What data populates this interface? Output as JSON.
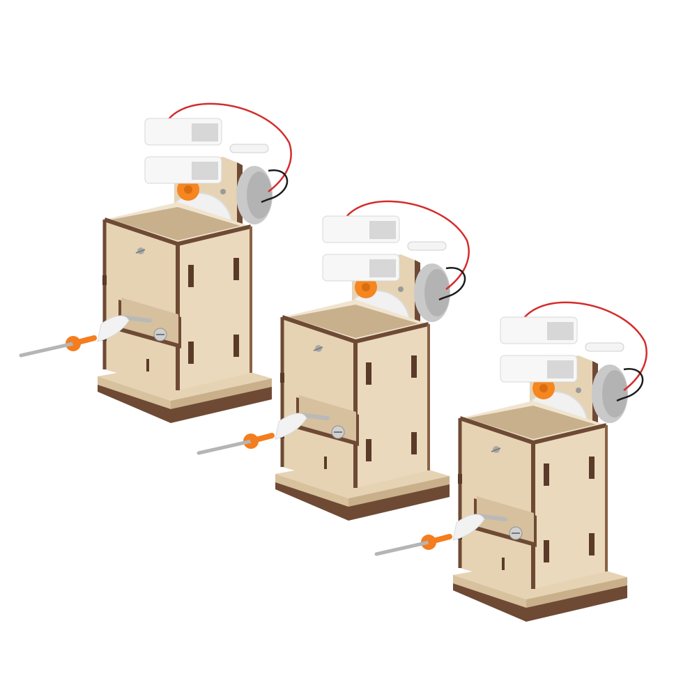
{
  "scene": {
    "description_free": true,
    "units": [
      {
        "id": "unit-1"
      },
      {
        "id": "unit-2"
      },
      {
        "id": "unit-3"
      }
    ]
  },
  "palette": {
    "background": "#ffffff",
    "plywood_face": "#e6d3b4",
    "plywood_side": "#d8c19d",
    "plywood_edge": "#6e4a34",
    "slot_dark": "#5a3a28",
    "gear_white": "#f1f1f1",
    "pinion_orange": "#f6861f",
    "terminal_white": "#f7f7f7",
    "terminal_shadow": "#d7d7d7",
    "wire_red": "#d32c2c",
    "wire_black": "#1c1c1c",
    "motor_silver": "#c9c9c9",
    "shaft_silver": "#b5b5b5",
    "grip_orange": "#f47d1e"
  }
}
